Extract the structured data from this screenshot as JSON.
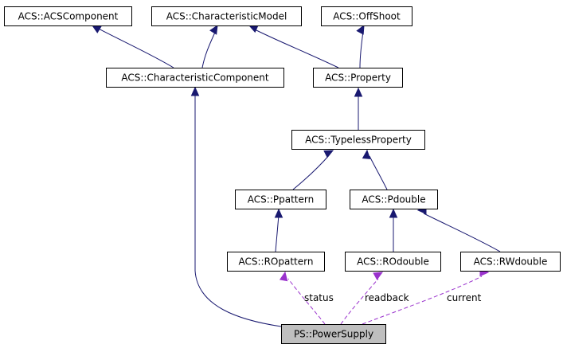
{
  "diagram": {
    "nodes": [
      {
        "id": "acscomponent",
        "label": "ACS::ACSComponent"
      },
      {
        "id": "charmodel",
        "label": "ACS::CharacteristicModel"
      },
      {
        "id": "offshoot",
        "label": "ACS::OffShoot"
      },
      {
        "id": "charcomponent",
        "label": "ACS::CharacteristicComponent"
      },
      {
        "id": "property",
        "label": "ACS::Property"
      },
      {
        "id": "typeless",
        "label": "ACS::TypelessProperty"
      },
      {
        "id": "ppattern",
        "label": "ACS::Ppattern"
      },
      {
        "id": "pdouble",
        "label": "ACS::Pdouble"
      },
      {
        "id": "ropattern",
        "label": "ACS::ROpattern"
      },
      {
        "id": "rodouble",
        "label": "ACS::ROdouble"
      },
      {
        "id": "rwdouble",
        "label": "ACS::RWdouble"
      },
      {
        "id": "powersupply",
        "label": "PS::PowerSupply"
      }
    ],
    "edges": [
      {
        "from": "charcomponent",
        "to": "acscomponent",
        "kind": "inherit"
      },
      {
        "from": "charcomponent",
        "to": "charmodel",
        "kind": "inherit"
      },
      {
        "from": "property",
        "to": "charmodel",
        "kind": "inherit"
      },
      {
        "from": "property",
        "to": "offshoot",
        "kind": "inherit"
      },
      {
        "from": "typeless",
        "to": "property",
        "kind": "inherit"
      },
      {
        "from": "ppattern",
        "to": "typeless",
        "kind": "inherit"
      },
      {
        "from": "pdouble",
        "to": "typeless",
        "kind": "inherit"
      },
      {
        "from": "ropattern",
        "to": "ppattern",
        "kind": "inherit"
      },
      {
        "from": "rodouble",
        "to": "pdouble",
        "kind": "inherit"
      },
      {
        "from": "rwdouble",
        "to": "pdouble",
        "kind": "inherit"
      },
      {
        "from": "powersupply",
        "to": "charcomponent",
        "kind": "inherit"
      },
      {
        "from": "powersupply",
        "to": "ropattern",
        "kind": "usage",
        "label": "status"
      },
      {
        "from": "powersupply",
        "to": "rodouble",
        "kind": "usage",
        "label": "readback"
      },
      {
        "from": "powersupply",
        "to": "rwdouble",
        "kind": "usage",
        "label": "current"
      }
    ],
    "colors": {
      "inherit": "#191970",
      "usage": "#9a32cd",
      "focus_fill": "#bfbfbf"
    }
  }
}
